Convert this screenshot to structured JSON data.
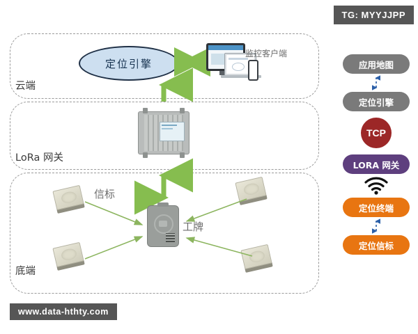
{
  "watermarks": {
    "tg": "TG: MYYJJPP",
    "url": "www.data-hthty.com"
  },
  "diagram": {
    "title_alt": "LoRa indoor positioning system architecture",
    "zones": [
      {
        "id": "cloud",
        "label": "云端"
      },
      {
        "id": "gateway",
        "label": "LoRa 网关"
      },
      {
        "id": "edge",
        "label": "底端"
      }
    ],
    "nodes": {
      "engine": "定位引擎",
      "client": "监控客户端",
      "beacon": "信标",
      "tag": "工牌"
    },
    "icons": {
      "engine_shape": "ellipse",
      "client_device": "monitor-laptop-phone",
      "gateway_device": "lora-gateway-box",
      "beacon_device": "beacon-sensor",
      "tag_device": "employee-badge"
    },
    "arrow_color": "#86bd4f"
  },
  "legend": {
    "items": [
      {
        "id": "app-map",
        "label": "应用地图",
        "style": "gray",
        "color": "#7a7a7a"
      },
      {
        "id": "position-engine",
        "label": "定位引擎",
        "style": "gray",
        "color": "#7a7a7a"
      },
      {
        "id": "tcp",
        "label": "TCP",
        "style": "circle",
        "color": "#9c2727"
      },
      {
        "id": "lora-gateway",
        "label": "LORA 网关",
        "style": "purple",
        "color": "#5e3f7e"
      },
      {
        "id": "position-terminal",
        "label": "定位终端",
        "style": "orange",
        "color": "#e87511"
      },
      {
        "id": "position-beacon",
        "label": "定位信标",
        "style": "orange",
        "color": "#e87511"
      }
    ],
    "connector_color": "#2b5fa8",
    "wireless_icon": "wifi-icon"
  }
}
